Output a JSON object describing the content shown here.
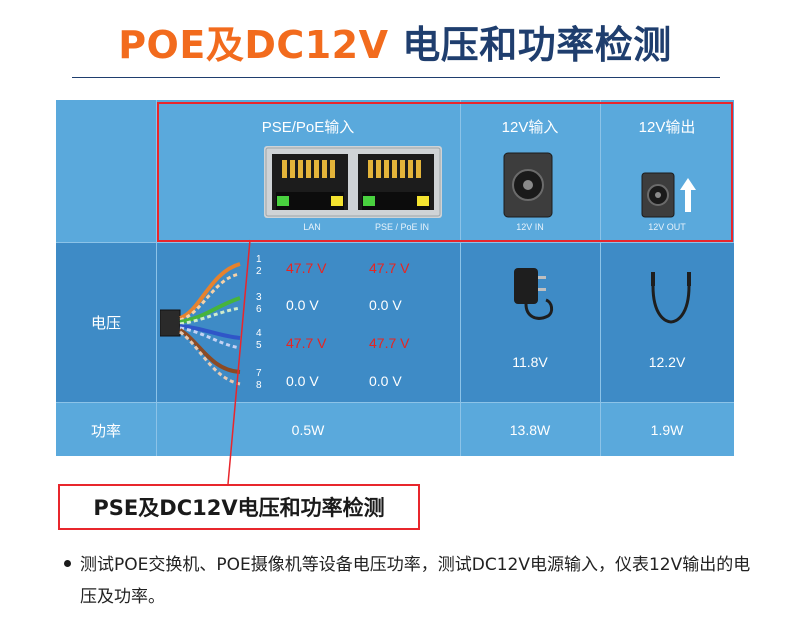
{
  "title": {
    "part1": "POE及DC12V",
    "part2": "电压和功率检测"
  },
  "table": {
    "headers": {
      "pse_poe_input": "PSE/PoE输入",
      "input_12v": "12V输入",
      "output_12v": "12V输出"
    },
    "port_labels": {
      "lan": "LAN",
      "pse_poe_in": "PSE / PoE IN",
      "dc_in": "12V IN",
      "dc_out": "12V OUT"
    },
    "row_labels": {
      "voltage": "电压",
      "power": "功率"
    },
    "pairs": [
      {
        "pins": [
          "1",
          "2"
        ],
        "lan": "47.7 V",
        "poe_in": "47.7 V",
        "live": true
      },
      {
        "pins": [
          "3",
          "6"
        ],
        "lan": "0.0 V",
        "poe_in": "0.0 V",
        "live": false
      },
      {
        "pins": [
          "4",
          "5"
        ],
        "lan": "47.7 V",
        "poe_in": "47.7 V",
        "live": true
      },
      {
        "pins": [
          "7",
          "8"
        ],
        "lan": "0.0 V",
        "poe_in": "0.0 V",
        "live": false
      }
    ],
    "voltage_12v_in": "11.8V",
    "voltage_12v_out": "12.2V",
    "power_pse": "0.5W",
    "power_12v_in": "13.8W",
    "power_12v_out": "1.9W"
  },
  "callout": "PSE及DC12V电压和功率检测",
  "note": "测试POE交换机、POE摄像机等设备电压功率，测试DC12V电源输入，仪表12V输出的电压及功率。",
  "colors": {
    "accent_orange": "#f26b1d",
    "title_navy": "#1f3e6e",
    "panel_blue": "#4a9fd6",
    "highlight_red": "#e8262c",
    "voltage_red": "#e82420"
  }
}
